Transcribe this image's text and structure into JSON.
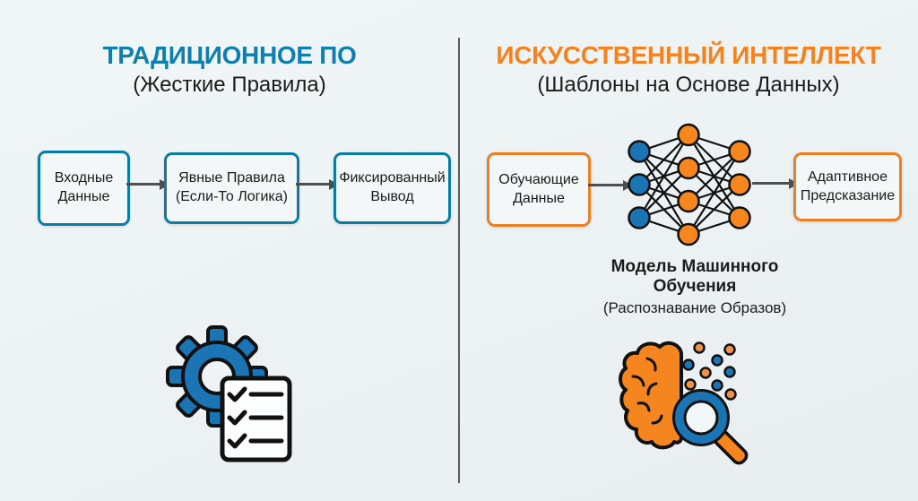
{
  "left_panel": {
    "title": "ТРАДИЦИОННОЕ ПО",
    "subtitle": "(Жесткие Правила)",
    "boxes": [
      {
        "label": "Входные\nДанные"
      },
      {
        "label": "Явные Правила\n(Если-То Логика)"
      },
      {
        "label": "Фиксированный\nВывод"
      }
    ],
    "icon": "gear-checklist-icon"
  },
  "right_panel": {
    "title": "ИСКУССТВЕННЫЙ ИНТЕЛЛЕКТ",
    "subtitle": "(Шаблоны на Основе Данных)",
    "input_box": {
      "label": "Обучающие\nДанные"
    },
    "output_box": {
      "label": "Адаптивное\nПредсказание"
    },
    "model_caption": {
      "title": "Модель Машинного\nОбучения",
      "subtitle": "(Распознавание Образов)"
    },
    "network": {
      "layers": [
        3,
        4,
        3
      ]
    },
    "icon": "brain-magnifier-icon"
  },
  "colors": {
    "left_accent": "#0f7fb0",
    "left_box_border": "#0b7da4",
    "right_accent": "#f5821f",
    "right_box_border": "#ea7f23",
    "arrow": "#4d5053",
    "node_blue": "#1b74b4",
    "node_orange": "#f6871f",
    "icon_blue": "#1b74b4",
    "icon_orange": "#f5861f",
    "dot_orange": "#ef9147",
    "outline": "#111111",
    "background": "#edf3f4",
    "text": "#1b1b1b"
  }
}
